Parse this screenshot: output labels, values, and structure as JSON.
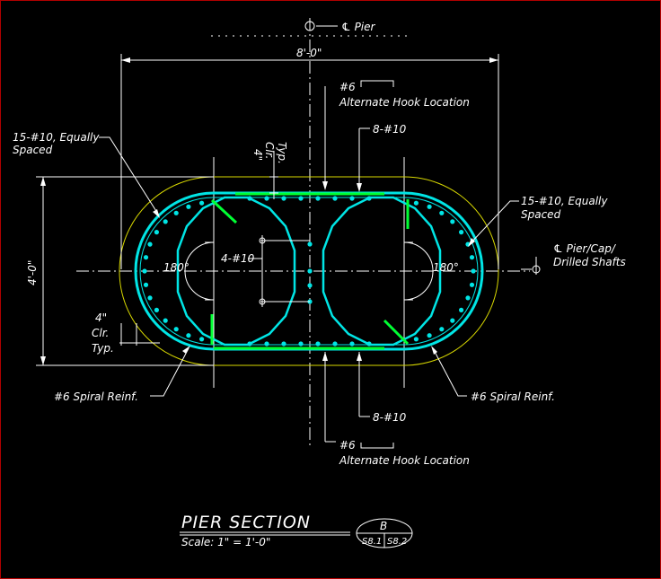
{
  "window": {
    "border_color": "#b00000",
    "background": "#000000"
  },
  "colors": {
    "outline": "#d8d800",
    "spiral": "#00e5e5",
    "bar": "#00ff33",
    "line": "#ffffff"
  },
  "labels": {
    "cl_pier_top": "℄ Pier",
    "width_dim": "8'-0\"",
    "hook_top_bar": "#6",
    "hook_top_loc": "Alternate Hook Location",
    "top_bars": "8-#10",
    "left_bars_1": "15-#10, Equally",
    "left_bars_2": "Spaced",
    "right_bars_1": "15-#10, Equally",
    "right_bars_2": "Spaced",
    "clr_top_1": "4\"",
    "clr_top_2": "Clr.",
    "clr_top_3": "Typ.",
    "center_bars": "4-#10",
    "angle_left": "180°",
    "angle_right": "180°",
    "height_dim": "4'-0\"",
    "cl_right_1": "℄ Pier/Cap/",
    "cl_right_2": "Drilled Shafts",
    "clr_left_1": "4\"",
    "clr_left_2": "Clr.",
    "clr_left_3": "Typ.",
    "spiral_left": "#6 Spiral Reinf.",
    "spiral_right": "#6 Spiral Reinf.",
    "bottom_bars": "8-#10",
    "hook_bot_bar": "#6",
    "hook_bot_loc": "Alternate Hook Location",
    "title": "PIER SECTION",
    "scale": "Scale:  1\" = 1'-0\"",
    "section_id": "B",
    "sheet_left": "S8.1",
    "sheet_right": "S8.2"
  }
}
